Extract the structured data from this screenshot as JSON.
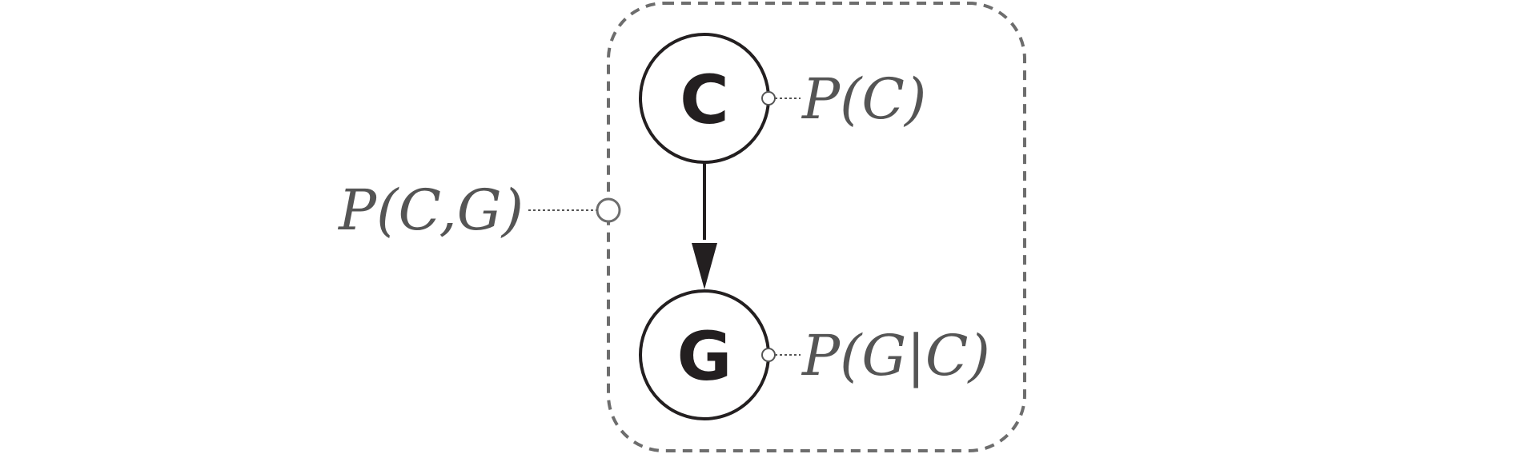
{
  "nodes": {
    "c": {
      "label": "C"
    },
    "g": {
      "label": "G"
    }
  },
  "annotations": {
    "joint": "P(C,G)",
    "prior_c": "P(C)",
    "conditional_g": "P(G|C)"
  },
  "colors": {
    "node_stroke": "#231f20",
    "node_text": "#231f20",
    "boundary": "#6d6d6d",
    "math_text": "#555555"
  }
}
